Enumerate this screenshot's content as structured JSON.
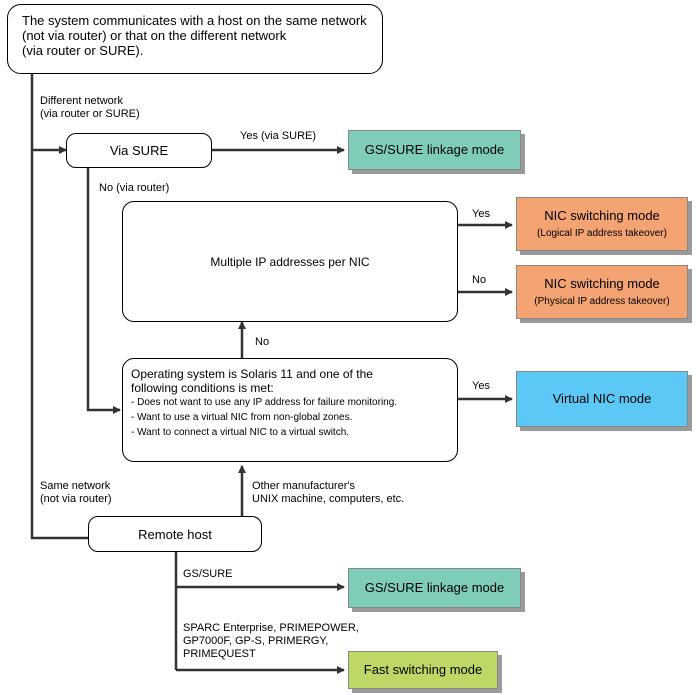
{
  "colors": {
    "teal": "#7ecdbb",
    "orange": "#f4a373",
    "blue": "#5bc8f5",
    "green": "#bed865",
    "line": "#333333"
  },
  "top_box": {
    "lines": [
      "The system communicates with a host on the same network",
      "(not via router) or that on the different network",
      "(via router or SURE)."
    ]
  },
  "labels": {
    "different_network": [
      "Different network",
      "(via router or SURE)"
    ],
    "yes_via_sure": "Yes (via SURE)",
    "no_via_router": "No (via router)",
    "yes_1": "Yes",
    "no_1": "No",
    "no_up": "No",
    "yes_2": "Yes",
    "same_network": [
      "Same network",
      "(not via router)"
    ],
    "other_manufacturer": [
      "Other manufacturer's",
      "UNIX machine, computers, etc."
    ],
    "gs_sure": "GS/SURE",
    "sparc_list": [
      "SPARC Enterprise, PRIMEPOWER,",
      "GP7000F, GP-S, PRIMERGY,",
      "PRIMEQUEST"
    ]
  },
  "decisions": {
    "via_sure": "Via SURE",
    "multiple_ip": "Multiple IP addresses per NIC",
    "os_condition": [
      "Operating system is Solaris 11 and one of the",
      "following conditions is met:",
      "- Does not want to use any IP address for failure monitoring.",
      "- Want to use a virtual NIC from non-global zones.",
      "- Want to connect a virtual NIC to a virtual switch."
    ],
    "remote_host": "Remote host"
  },
  "modes": {
    "gs_sure_1": "GS/SURE linkage mode",
    "nic_logical": {
      "main": "NIC switching mode",
      "sub": "(Logical IP address takeover)"
    },
    "nic_physical": {
      "main": "NIC switching mode",
      "sub": "(Physical IP address takeover)"
    },
    "virtual_nic": "Virtual NIC mode",
    "gs_sure_2": "GS/SURE linkage mode",
    "fast_switching": "Fast switching mode"
  }
}
